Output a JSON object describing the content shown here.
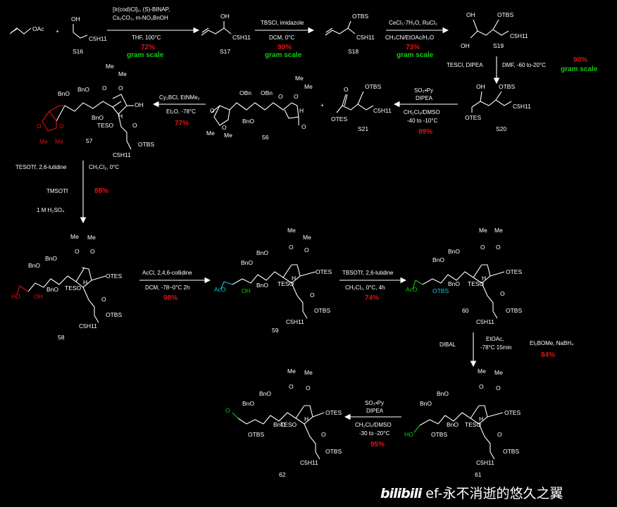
{
  "compounds": {
    "allyl_oac": "OAc",
    "s16": {
      "label": "S16",
      "oh": "OH",
      "r": "C5H11"
    },
    "s17": {
      "label": "S17",
      "oh": "OH",
      "r": "C5H11"
    },
    "s18": {
      "label": "S18",
      "otbs": "OTBS",
      "r": "C5H11"
    },
    "s19": {
      "label": "S19",
      "oh": "OH",
      "otbs": "OTBS",
      "oh2": "OH",
      "r": "C5H11"
    },
    "s20": {
      "label": "S20",
      "oh": "OH",
      "otbs": "OTBS",
      "otes": "OTES",
      "r": "C5H11"
    },
    "s21": {
      "label": "S21",
      "otbs": "OTBS",
      "o": "O",
      "otes": "OTES",
      "r": "C5H11"
    },
    "c56": {
      "label": "56"
    },
    "c57": {
      "label": "57"
    },
    "c58": {
      "label": "58"
    },
    "c59": {
      "label": "59"
    },
    "c60": {
      "label": "60"
    },
    "c61": {
      "label": "61"
    },
    "c62": {
      "label": "62"
    }
  },
  "reactions": {
    "r1": {
      "l1": "[Ir(cod)Cl]₂, (S)-BINAP,",
      "l2": "Cs₂CO₃, m-NO₂BnOH",
      "l3": "THF, 100°C",
      "yield": "72%",
      "scale": "gram scale"
    },
    "r2": {
      "l1": "TBSCl, imidazole",
      "l2": "DCM, 0°C",
      "yield": "90%",
      "scale": "gram scale"
    },
    "r3": {
      "l1": "CeCl₃·7H₂O, RuCl₃",
      "l2": "CH₃CN/EtOAc/H₂O",
      "yield": "73%",
      "scale": "gram scale"
    },
    "r4": {
      "l1": "TESCl, DIPEA",
      "l2": "DMF, -60 to-20°C",
      "yield": "90%",
      "scale": "gram scale"
    },
    "r5": {
      "l1": "SO₃•Py",
      "l2": "DIPEA",
      "l3": "CH₂Cl₂/DMSO",
      "l4": "-40 to -10°C",
      "yield": "99%"
    },
    "r6": {
      "l1": "Cy₂BCl, EtNMe₂",
      "l2": "Et₂O, -78°C",
      "yield": "77%"
    },
    "r7": {
      "l1": "TESOTf, 2,6-lutidine",
      "l1b": "CH₂Cl₂, 0°C",
      "l2": "TMSOTf",
      "l3": "1 M H₂SO₄",
      "yield": "88%"
    },
    "r8": {
      "l1": "AcCl, 2,4,6-collidine",
      "l2": "DCM, -78~0°C 2h",
      "yield": "98%"
    },
    "r9": {
      "l1": "TBSOTf, 2,6-lutidine",
      "l2": "CH₂Cl₂, 0°C, 4h",
      "yield": "74%"
    },
    "r10": {
      "l1": "DIBAL",
      "l2": "EtOAc,",
      "l3": "-78°C 15min",
      "l4": "Et₂BOMe, NaBH₄",
      "yield": "84%"
    },
    "r11": {
      "l1": "SO₃•Py",
      "l2": "DIPEA",
      "l3": "CH₂Cl₂/DMSO",
      "l4": "-30 to -20°C",
      "yield": "95%"
    }
  },
  "groups": {
    "bno": "BnO",
    "obn": "OBn",
    "teso": "TESO",
    "otes": "OTES",
    "otbs": "OTBS",
    "me": "Me",
    "h": "H",
    "oh": "OH",
    "ho": "HO",
    "aco": "AcO",
    "o": "O",
    "c5h11": "C5H11",
    "plus": "+"
  },
  "colors": {
    "yield": "#e01010",
    "scale": "#14c814",
    "highlight_red": "#e01010",
    "highlight_cyan": "#19c8dc",
    "highlight_green": "#14c814"
  },
  "watermark": {
    "logo": "bilibili",
    "text": "ef-永不消逝的悠久之翼"
  }
}
